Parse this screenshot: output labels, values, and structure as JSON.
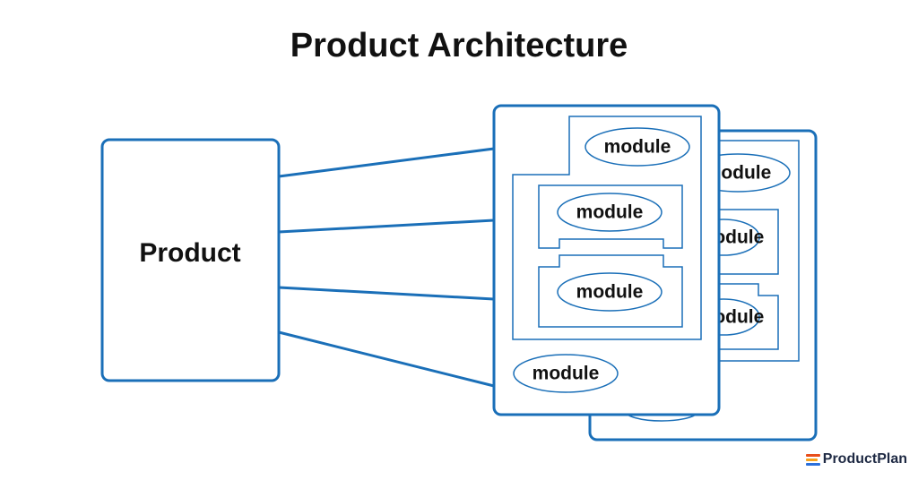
{
  "title": "Product Architecture",
  "product_label": "Product",
  "module_label": "module",
  "brand": {
    "name": "ProductPlan",
    "logo_colors": [
      "#e84e1b",
      "#f7a21b",
      "#2a6fdb"
    ]
  },
  "colors": {
    "stroke": "#1a6fb8",
    "text": "#111111"
  }
}
